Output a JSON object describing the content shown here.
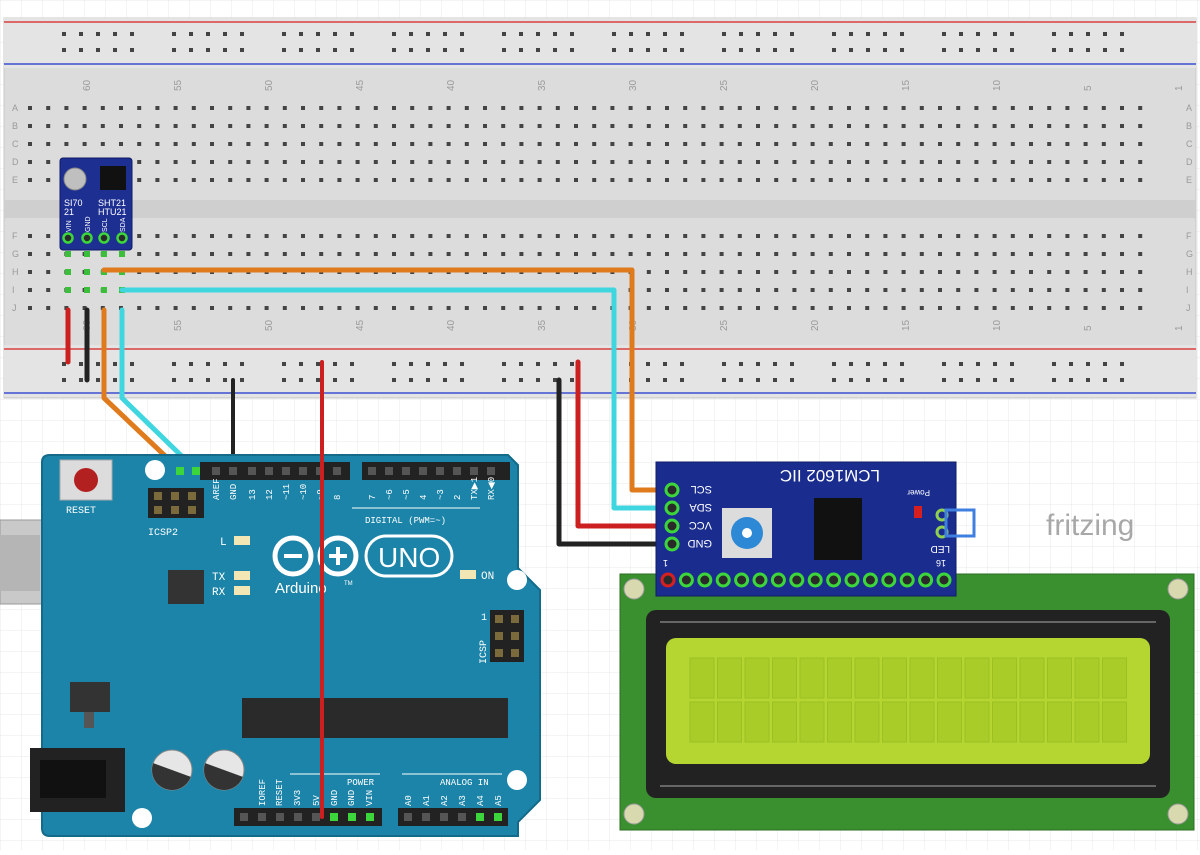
{
  "branding": {
    "watermark": "fritzing"
  },
  "breadboard": {
    "column_numbers": [
      "60",
      "55",
      "50",
      "45",
      "40",
      "35",
      "30",
      "25",
      "20",
      "15",
      "10",
      "5",
      "1"
    ],
    "row_letters_top": [
      "A",
      "B",
      "C",
      "D",
      "E"
    ],
    "row_letters_bottom": [
      "F",
      "G",
      "H",
      "I",
      "J"
    ]
  },
  "sensor": {
    "chip_label_left": [
      "SI70",
      "21"
    ],
    "chip_label_right": [
      "SHT21",
      "HTU21"
    ],
    "pins": [
      "VIN",
      "GND",
      "SCL",
      "SDA"
    ]
  },
  "arduino": {
    "reset_label": "RESET",
    "icsp2_label": "ICSP2",
    "icsp_label": "ICSP",
    "icsp_pin1": "1",
    "brand": "Arduino",
    "model": "UNO",
    "tm": "TM",
    "led_l": "L",
    "led_tx": "TX",
    "led_rx": "RX",
    "led_on": "ON",
    "digital_label": "DIGITAL (PWM=~)",
    "header_top_labels": [
      "AREF",
      "GND",
      "13",
      "12",
      "~11",
      "~10",
      "~9",
      "8",
      "7",
      "~6",
      "~5",
      "4",
      "~3",
      "2",
      "TX▶1",
      "RX◀0"
    ],
    "power_label": "POWER",
    "analog_label": "ANALOG IN",
    "power_pins": [
      "IOREF",
      "RESET",
      "3V3",
      "5V",
      "GND",
      "GND",
      "VIN"
    ],
    "analog_pins": [
      "A0",
      "A1",
      "A2",
      "A3",
      "A4",
      "A5"
    ]
  },
  "i2c_backpack": {
    "title": "LCM1602 IIC",
    "pins": [
      "SCL",
      "SDA",
      "VCC",
      "GND"
    ],
    "power_label": "Power",
    "led_label": "LED",
    "pin_first": "1",
    "pin_last": "16"
  },
  "wire_colors": {
    "red": "#cc1f1f",
    "black": "#222222",
    "orange": "#e07b1d",
    "cyan": "#3fd6e0",
    "arduino_blue": "#1b84a8",
    "backpack_blue": "#1a2d8f",
    "lcd_green": "#3a8f2e",
    "lcd_screen": "#b5d631"
  }
}
